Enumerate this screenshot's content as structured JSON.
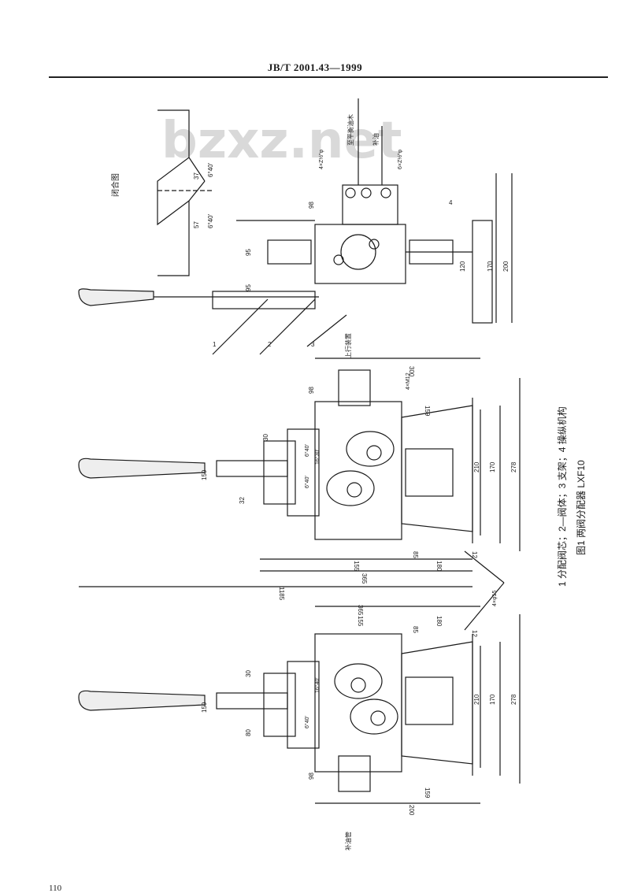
{
  "header": {
    "standard_code": "JB/T 2001.43—1999"
  },
  "footer": {
    "page_number": "110"
  },
  "watermark": "bzxz.net",
  "inset": {
    "title": "闭合图",
    "angle_top": "6°40′",
    "angle_bottom": "6°40′",
    "value_top": "37",
    "value_bottom": "57"
  },
  "top_view": {
    "port_label": "至平衡油木",
    "port_label2": "补油",
    "hole_left": "4×Z½\"φ",
    "hole_right": "6×Z½\"φ",
    "dims": [
      "98",
      "95",
      "95",
      "120",
      "170",
      "200"
    ],
    "leaders": [
      "1",
      "2",
      "3",
      "4"
    ]
  },
  "middle_view": {
    "port_label": "上行装置",
    "hole_label": "4×M12",
    "dims": [
      "300",
      "159",
      "98",
      "30",
      "32",
      "150",
      "210",
      "170",
      "278",
      "12",
      "85",
      "180",
      "155",
      "365",
      "1185"
    ],
    "angles": [
      "6°40′",
      "6°40′",
      "16°30′"
    ]
  },
  "bottom_view": {
    "port_label": "补油管",
    "hole_label": "4×φ15",
    "dims": [
      "365",
      "155",
      "85",
      "180",
      "12",
      "30",
      "150",
      "80",
      "210",
      "170",
      "278",
      "98",
      "159",
      "200"
    ],
    "angles": [
      "6°40′",
      "16°40′"
    ]
  },
  "caption": {
    "legend": "1 分配阀芯；2—阀体；3 支架；4 操纵机构",
    "figure": "图1 两阀分配器 LXF10"
  }
}
